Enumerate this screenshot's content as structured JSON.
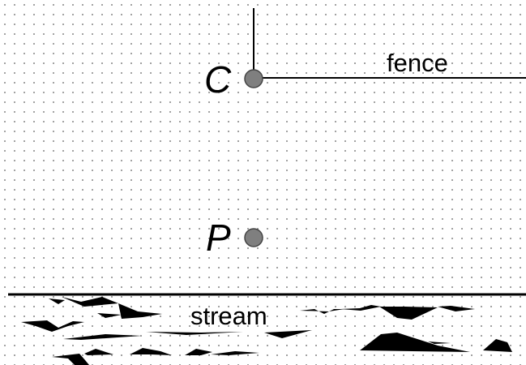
{
  "points": [
    {
      "label": "C"
    },
    {
      "label": "P"
    }
  ],
  "fence": {
    "label": "fence"
  },
  "stream": {
    "label": "stream"
  },
  "colors": {
    "line": "#000000",
    "point_fill": "#7f7f7f",
    "grid_dot": "#8a8a8a",
    "background": "#ffffff"
  }
}
